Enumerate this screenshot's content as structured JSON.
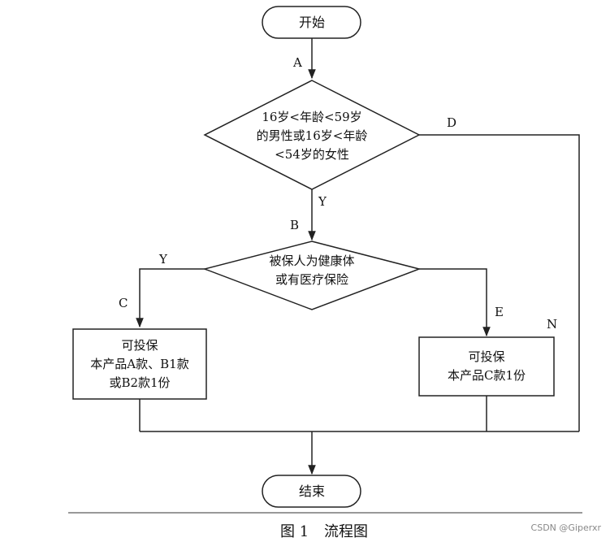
{
  "nodes": {
    "start": "开始",
    "age_check": [
      "16岁<年龄<59岁",
      "的男性或16岁<年龄",
      "<54岁的女性"
    ],
    "health_check": [
      "被保人为健康体",
      "或有医疗保险"
    ],
    "insure_abc": [
      "可投保",
      "本产品A款、B1款",
      "或B2款1份"
    ],
    "insure_c": [
      "可投保",
      "本产品C款1份"
    ],
    "end": "结束"
  },
  "edge_labels": {
    "a": "A",
    "b": "B",
    "c": "C",
    "d": "D",
    "e": "E",
    "y_down": "Y",
    "y_left": "Y",
    "n": "N"
  },
  "caption": {
    "number": "图 1",
    "title": "流程图"
  },
  "watermark": "CSDN @Giperxr"
}
